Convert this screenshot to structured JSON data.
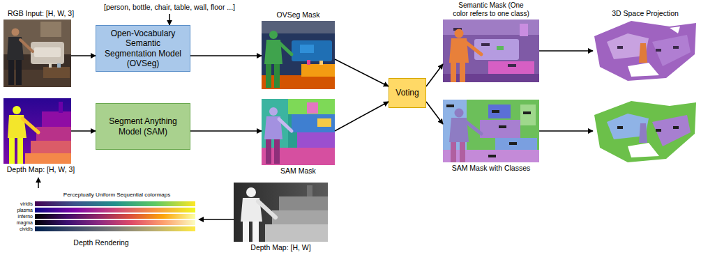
{
  "diagram": {
    "nodes": [
      {
        "text": [
          "RGB Input: [H, W, 3]"
        ]
      },
      {
        "text": [
          "[person, bottle, chair, table, wall, floor ...]"
        ]
      },
      {
        "text": [
          "Open-Vocabulary Semantic Segmentation Model (OVSeg)"
        ]
      },
      {
        "text": [
          "OVSeg Mask"
        ]
      },
      {
        "text": [
          "Depth Map: [H, W, 3]"
        ]
      },
      {
        "text": [
          "Segment Anything Model (SAM)"
        ]
      },
      {
        "text": [
          "SAM Mask"
        ]
      },
      {
        "text": [
          "Voting"
        ]
      },
      {
        "text": [
          "Semantic Mask (One color refers to one class)"
        ]
      },
      {
        "text": [
          "SAM Mask with Classes"
        ]
      },
      {
        "text": [
          "3D Space Projection"
        ]
      },
      {
        "text": [
          "Perceptually Uniform Sequential colormaps",
          "viridis",
          "plasma",
          "inferno",
          "magma",
          "cividis",
          "Depth Rendering"
        ]
      },
      {
        "text": [
          "Depth Map: [H, W]"
        ]
      }
    ],
    "edges": [
      {
        "from": 0,
        "to": 2,
        "arrow": "to"
      },
      {
        "from": 1,
        "to": 2,
        "arrow": "to"
      },
      {
        "from": 2,
        "to": 3,
        "arrow": "to"
      },
      {
        "from": 3,
        "to": 7,
        "arrow": "to"
      },
      {
        "from": 4,
        "to": 5,
        "arrow": "to"
      },
      {
        "from": 5,
        "to": 6,
        "arrow": "to"
      },
      {
        "from": 6,
        "to": 7,
        "arrow": "to"
      },
      {
        "from": 7,
        "to": 8,
        "arrow": "to"
      },
      {
        "from": 7,
        "to": 9,
        "arrow": "to"
      },
      {
        "from": 8,
        "to": 10,
        "arrow": "to"
      },
      {
        "from": 9,
        "to": 10,
        "arrow": "to"
      },
      {
        "from": 12,
        "to": 11,
        "arrow": "to"
      },
      {
        "from": 11,
        "to": 4,
        "arrow": "to"
      }
    ]
  }
}
